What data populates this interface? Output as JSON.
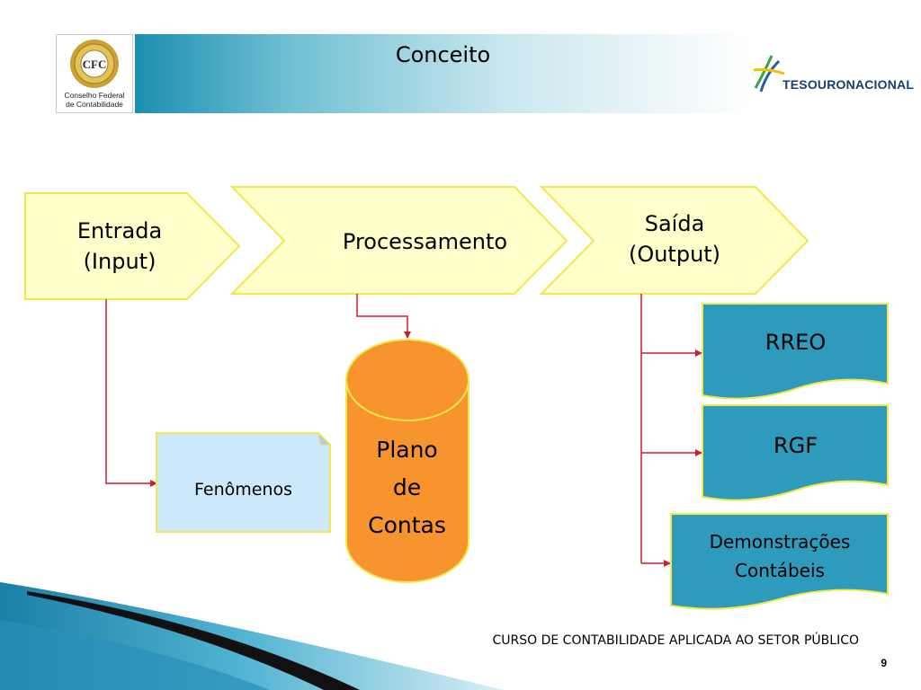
{
  "header": {
    "title": "Conceito",
    "cfc_logo": {
      "seal_text": "CFC",
      "caption_line1": "Conselho Federal",
      "caption_line2": "de Contabilidade"
    },
    "tesouro_logo": {
      "wordmark": "TESOURONACIONAL"
    }
  },
  "diagram": {
    "entrada": {
      "line1": "Entrada",
      "line2": "(Input)"
    },
    "processamento": {
      "label": "Processamento"
    },
    "saida": {
      "line1": "Saída",
      "line2": "(Output)"
    },
    "fenomenos": {
      "label": "Fenômenos"
    },
    "plano": {
      "line1": "Plano",
      "line2": "de",
      "line3": "Contas"
    },
    "outputs": {
      "rreo": "RREO",
      "rgf": "RGF",
      "demonstracoes_line1": "Demonstrações",
      "demonstracoes_line2": "Contábeis"
    }
  },
  "colors": {
    "box_fill": "#ffffcc",
    "box_border": "#f2e84a",
    "database_fill": "#f7942e",
    "document_fill": "#2e9bbd",
    "fenomenos_fill": "#cce8fb",
    "connector": "#cc1f2a"
  },
  "footer": {
    "course": "CURSO DE CONTABILIDADE APLICADA AO SETOR PÚBLICO",
    "page_number": "9"
  }
}
